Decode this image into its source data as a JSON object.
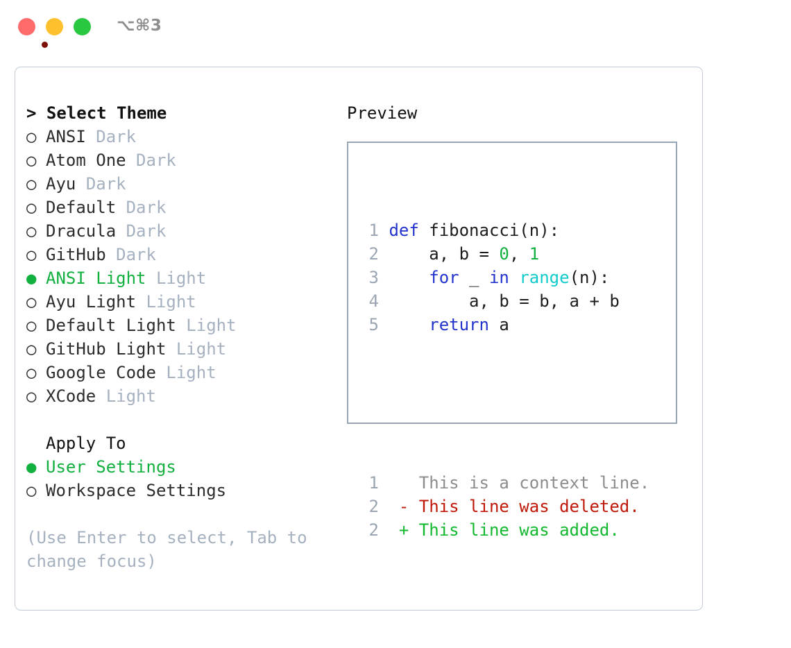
{
  "window": {
    "shortcut": "⌥⌘3",
    "traffic_lights": [
      {
        "name": "close",
        "color": "#ff6b6b"
      },
      {
        "name": "minimize",
        "color": "#ffc02e"
      },
      {
        "name": "maximize",
        "color": "#28c840"
      }
    ],
    "recording_center_color": "#7b0f07"
  },
  "theme_picker": {
    "heading": "> Select Theme",
    "marker_selected": "●",
    "marker_unselected": "○",
    "items": [
      {
        "marker": "○",
        "name": "ANSI",
        "tag": "Dark",
        "selected": false
      },
      {
        "marker": "○",
        "name": "Atom One",
        "tag": "Dark",
        "selected": false
      },
      {
        "marker": "○",
        "name": "Ayu",
        "tag": "Dark",
        "selected": false
      },
      {
        "marker": "○",
        "name": "Default",
        "tag": "Dark",
        "selected": false
      },
      {
        "marker": "○",
        "name": "Dracula",
        "tag": "Dark",
        "selected": false
      },
      {
        "marker": "○",
        "name": "GitHub",
        "tag": "Dark",
        "selected": false
      },
      {
        "marker": "●",
        "name": "ANSI Light",
        "tag": "Light",
        "selected": true
      },
      {
        "marker": "○",
        "name": "Ayu Light",
        "tag": "Light",
        "selected": false
      },
      {
        "marker": "○",
        "name": "Default Light",
        "tag": "Light",
        "selected": false
      },
      {
        "marker": "○",
        "name": "GitHub Light",
        "tag": "Light",
        "selected": false
      },
      {
        "marker": "○",
        "name": "Google Code",
        "tag": "Light",
        "selected": false
      },
      {
        "marker": "○",
        "name": "XCode",
        "tag": "Light",
        "selected": false
      }
    ]
  },
  "apply_to": {
    "heading": "Apply To",
    "options": [
      {
        "marker": "●",
        "label": "User Settings",
        "selected": true
      },
      {
        "marker": "○",
        "label": "Workspace Settings",
        "selected": false
      }
    ]
  },
  "hint": "(Use Enter to select, Tab to change focus)",
  "preview": {
    "heading": "Preview",
    "code_lines": [
      {
        "num": "1",
        "tokens": [
          {
            "t": "def",
            "k": "kw"
          },
          {
            "t": " fibonacci(n):",
            "k": "ctext"
          }
        ]
      },
      {
        "num": "2",
        "tokens": [
          {
            "t": "    a, b = ",
            "k": "ctext"
          },
          {
            "t": "0",
            "k": "num"
          },
          {
            "t": ", ",
            "k": "ctext"
          },
          {
            "t": "1",
            "k": "num"
          }
        ]
      },
      {
        "num": "3",
        "tokens": [
          {
            "t": "    ",
            "k": "ctext"
          },
          {
            "t": "for",
            "k": "kw"
          },
          {
            "t": " _ ",
            "k": "ctext"
          },
          {
            "t": "in",
            "k": "kw"
          },
          {
            "t": " ",
            "k": "ctext"
          },
          {
            "t": "range",
            "k": "bi"
          },
          {
            "t": "(n):",
            "k": "ctext"
          }
        ]
      },
      {
        "num": "4",
        "tokens": [
          {
            "t": "        a, b = b, a + b",
            "k": "ctext"
          }
        ]
      },
      {
        "num": "5",
        "tokens": [
          {
            "t": "    ",
            "k": "ctext"
          },
          {
            "t": "return",
            "k": "kw"
          },
          {
            "t": " a",
            "k": "ctext"
          }
        ]
      }
    ],
    "diff_lines": [
      {
        "num": "1",
        "sign": " ",
        "text": " This is a context line.",
        "k": "ctx"
      },
      {
        "num": "2",
        "sign": "-",
        "text": " This line was deleted.",
        "k": "del"
      },
      {
        "num": "2",
        "sign": "+",
        "text": " This line was added.",
        "k": "add"
      }
    ]
  },
  "colors": {
    "accent_green": "#12b03f",
    "keyword_blue": "#2233cc",
    "builtin_cyan": "#11cccc",
    "number_green": "#12b03f",
    "diff_add": "#12b82e",
    "diff_del": "#c01808",
    "muted": "#a6b1c0",
    "border": "#c3ccd6",
    "preview_border": "#97a5b5"
  }
}
